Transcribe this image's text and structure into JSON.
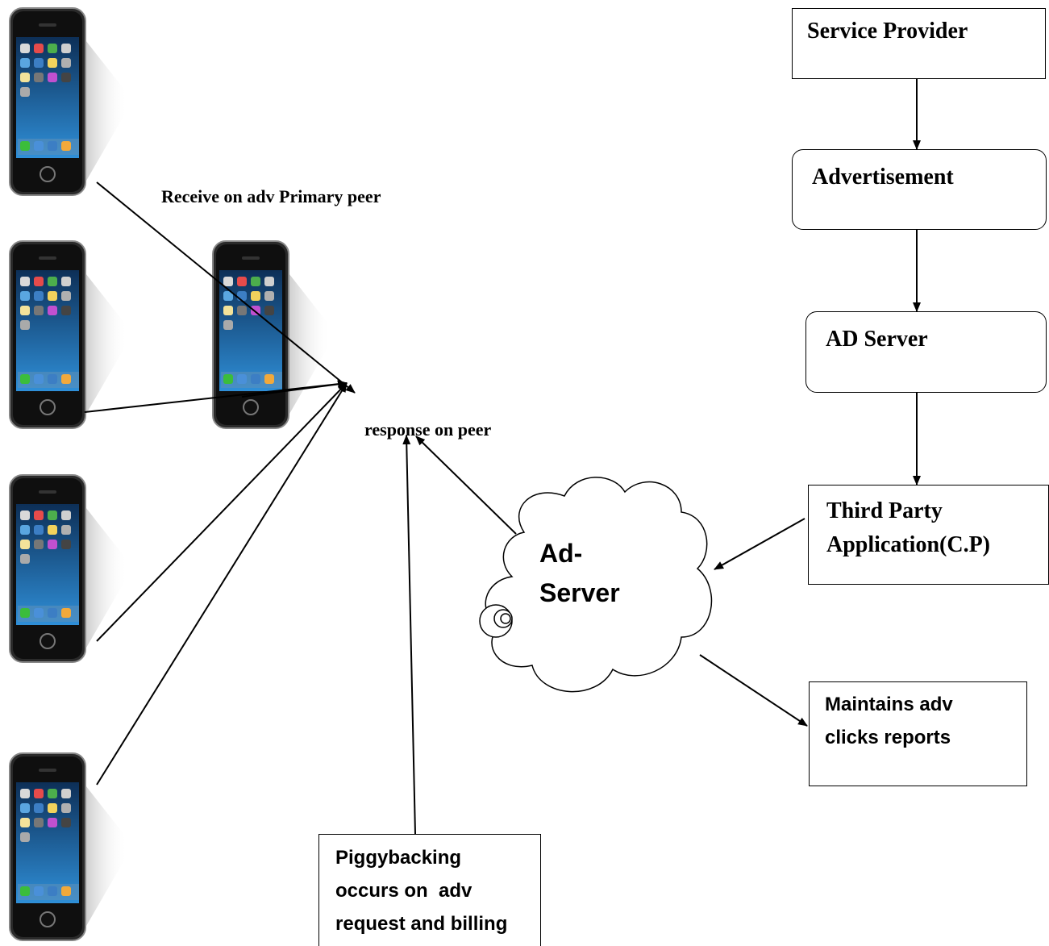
{
  "flow_boxes": {
    "service_provider": "Service Provider",
    "advertisement": "Advertisement",
    "ad_server": "AD Server",
    "third_party_line1": "Third Party",
    "third_party_line2": "Application(C.P)",
    "maintains_line1": "Maintains adv",
    "maintains_line2": "clicks reports",
    "piggyback_line1": "Piggybacking",
    "piggyback_line2": "occurs on  adv",
    "piggyback_line3": "request and billing"
  },
  "cloud": {
    "line1": "Ad-",
    "line2": "Server"
  },
  "labels": {
    "receive": "Receive on adv Primary peer",
    "response": "response on peer"
  },
  "colors": {
    "stroke": "#000000",
    "phone_body": "#1a1a1a",
    "phone_screen": "#1e6fb8"
  }
}
